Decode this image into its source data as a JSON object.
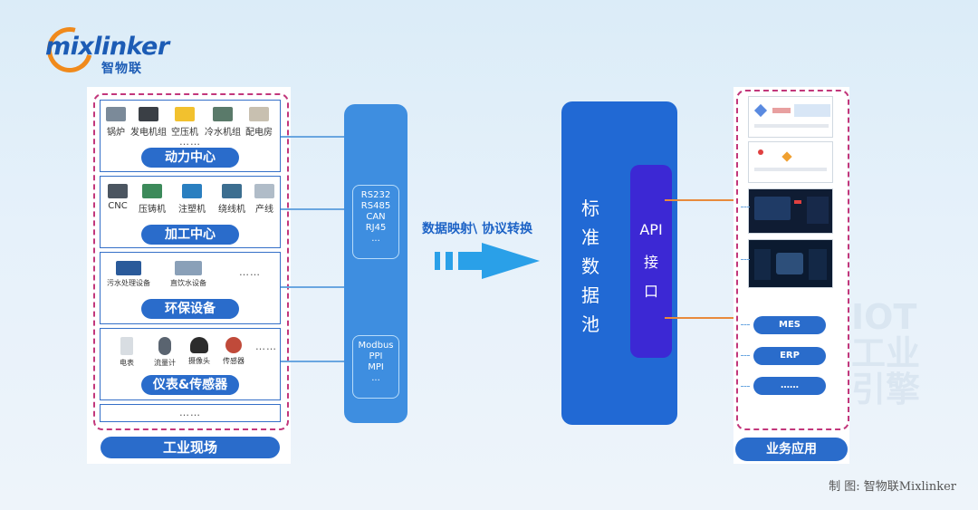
{
  "logo": {
    "brand": "mixlinker",
    "sub": "智物联"
  },
  "left": {
    "sections": [
      {
        "title": "动力中心",
        "devices": [
          "锅炉",
          "发电机组",
          "空压机",
          "冷水机组",
          "配电房"
        ],
        "more": "……"
      },
      {
        "title": "加工中心",
        "devices": [
          "CNC",
          "压铸机",
          "注塑机",
          "绕线机",
          "产线"
        ],
        "more": ""
      },
      {
        "title": "环保设备",
        "devices": [
          "污水处理设备",
          "直饮水设备"
        ],
        "more": "……"
      },
      {
        "title": "仪表&传感器",
        "devices": [
          "电表",
          "流量计",
          "摄像头",
          "传感器"
        ],
        "more": "……"
      }
    ],
    "extra_dots": "……",
    "bottom_label": "工业现场"
  },
  "protocols": {
    "group1": [
      "RS232",
      "RS485",
      "CAN",
      "RJ45",
      "..."
    ],
    "group2": [
      "Modbus",
      "PPI",
      "MPI",
      "..."
    ]
  },
  "arrow_label": "数据映射\\ 协议转换",
  "pool": {
    "chars": [
      "标",
      "准",
      "数",
      "据",
      "池"
    ],
    "api": [
      "API",
      "接",
      "口"
    ]
  },
  "right": {
    "biz_items": [
      "MES",
      "ERP",
      "……"
    ],
    "bottom_label": "业务应用"
  },
  "watermark": "制 图: 智物联Mixlinker",
  "colors": {
    "primary": "#2a6ccb",
    "pool": "#2169d4",
    "api": "#3c28d4",
    "accent_orange": "#e88a3c",
    "dash": "#c2377b"
  }
}
